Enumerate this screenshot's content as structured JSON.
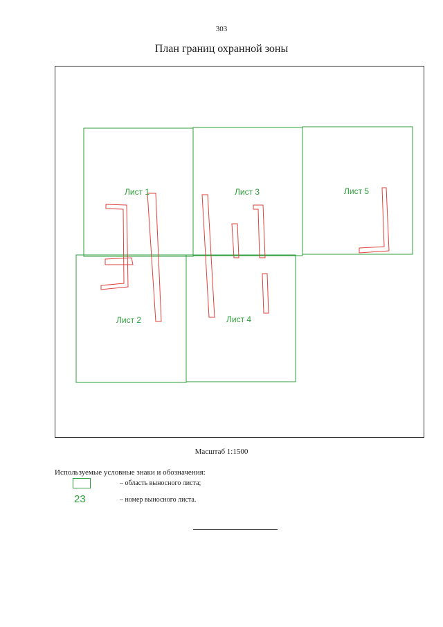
{
  "page_number": "303",
  "title": "План границ охранной зоны",
  "sheets": [
    {
      "label": "Лист 1"
    },
    {
      "label": "Лист 3"
    },
    {
      "label": "Лист 5"
    },
    {
      "label": "Лист 2"
    },
    {
      "label": "Лист 4"
    }
  ],
  "scale": "Масштаб 1:1500",
  "legend": {
    "title": "Используемые условные знаки и обозначения:",
    "items": [
      {
        "symbol": "",
        "text": "– область выносного листа;"
      },
      {
        "symbol": "23",
        "text": "– номер выносного листа."
      }
    ]
  },
  "colors": {
    "sheet_border": "#2e9e3a",
    "zone_boundary": "#e0403a",
    "frame": "#333333"
  }
}
